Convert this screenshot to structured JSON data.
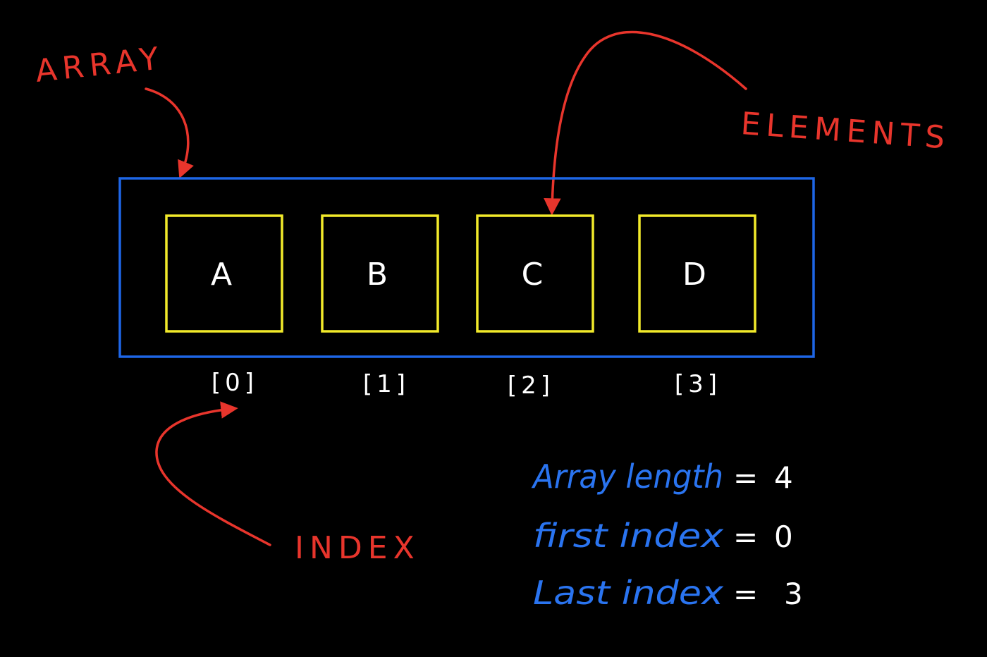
{
  "colors": {
    "background": "#000000",
    "array_border": "#1e66e6",
    "cell_border": "#f2ea2a",
    "annotation": "#e8352c",
    "text": "#ffffff",
    "info_label": "#2a74f0"
  },
  "labels": {
    "array": "ARRAY",
    "elements": "ELEMENTS",
    "index": "INDEX"
  },
  "cells": [
    {
      "value": "A",
      "index": "[0]"
    },
    {
      "value": "B",
      "index": "[1]"
    },
    {
      "value": "C",
      "index": "[2]"
    },
    {
      "value": "D",
      "index": "[3]"
    }
  ],
  "info": [
    {
      "label": "Array length",
      "eq": "=",
      "value": "4"
    },
    {
      "label": "first index",
      "eq": "=",
      "value": "0"
    },
    {
      "label": "Last index",
      "eq": "=",
      "value": "3"
    }
  ]
}
